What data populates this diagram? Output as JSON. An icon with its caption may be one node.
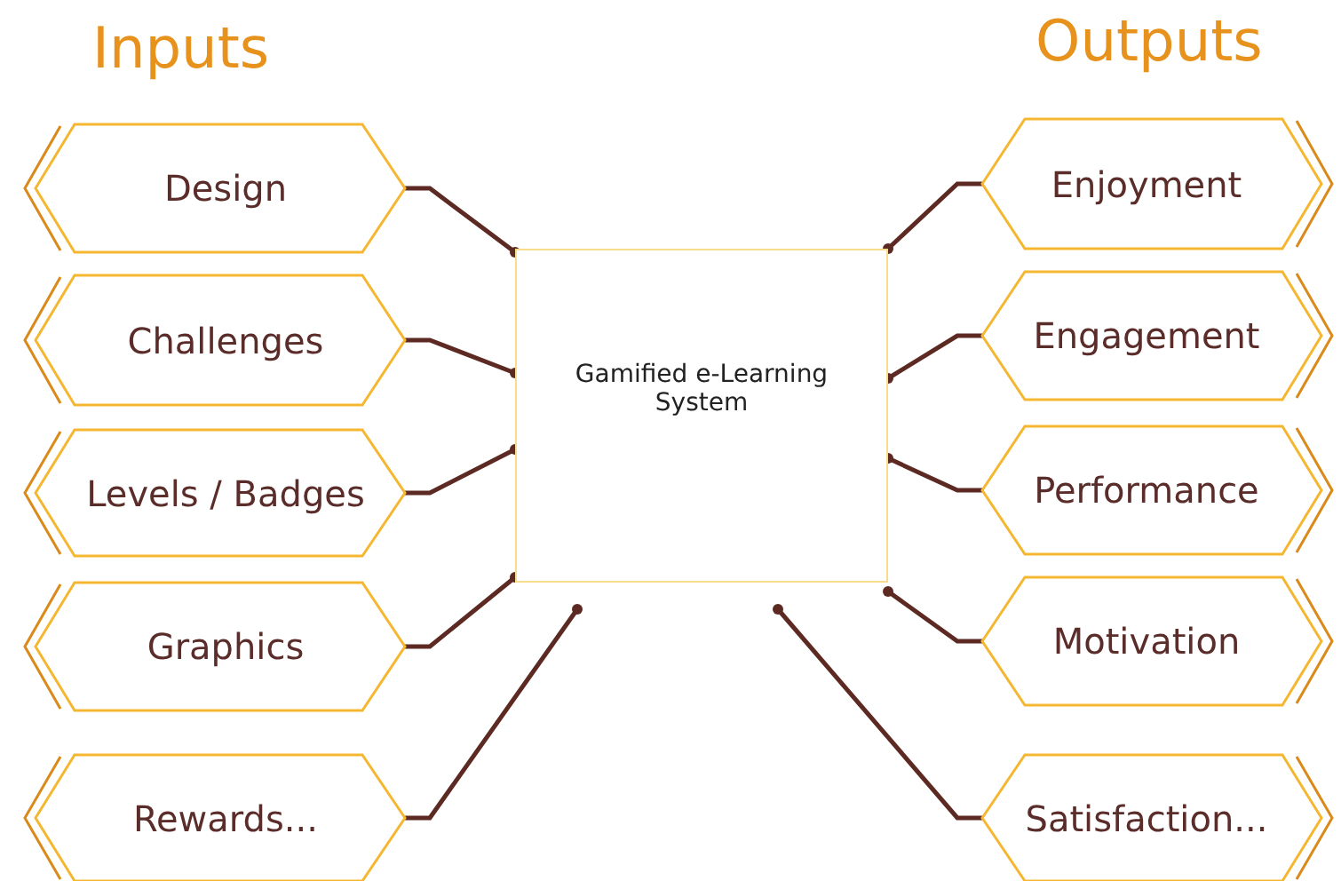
{
  "diagram": {
    "nodes": [
      {
        "text": [
          "Design"
        ]
      },
      {
        "text": [
          "Challenges"
        ]
      },
      {
        "text": [
          "Levels / Badges"
        ]
      },
      {
        "text": [
          "Graphics"
        ]
      },
      {
        "text": [
          "Rewards..."
        ]
      },
      {
        "text": [
          "Gamified e-Learning System"
        ]
      },
      {
        "text": [
          "Enjoyment"
        ]
      },
      {
        "text": [
          "Engagement"
        ]
      },
      {
        "text": [
          "Performance"
        ]
      },
      {
        "text": [
          "Motivation"
        ]
      },
      {
        "text": [
          "Satisfaction..."
        ]
      }
    ],
    "edges": [
      {
        "from": 0,
        "to": 5,
        "arrow": "other"
      },
      {
        "from": 1,
        "to": 5,
        "arrow": "other"
      },
      {
        "from": 2,
        "to": 5,
        "arrow": "other"
      },
      {
        "from": 3,
        "to": 5,
        "arrow": "other"
      },
      {
        "from": 4,
        "to": 5,
        "arrow": "other"
      },
      {
        "from": 5,
        "to": 6,
        "arrow": "other"
      },
      {
        "from": 5,
        "to": 7,
        "arrow": "other"
      },
      {
        "from": 5,
        "to": 8,
        "arrow": "other"
      },
      {
        "from": 5,
        "to": 9,
        "arrow": "other"
      },
      {
        "from": 5,
        "to": 10,
        "arrow": "other"
      }
    ],
    "labels": [
      "Inputs",
      "Outputs"
    ]
  }
}
